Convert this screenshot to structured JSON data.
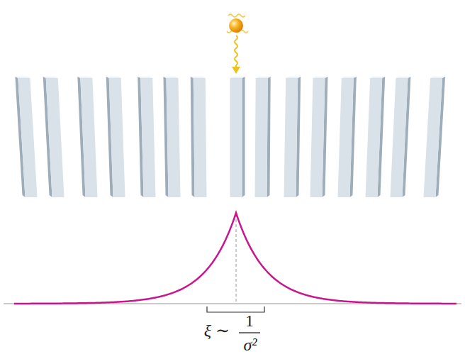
{
  "diagram": {
    "labels": [
      "ξ ∼",
      "1",
      "σ²"
    ]
  }
}
